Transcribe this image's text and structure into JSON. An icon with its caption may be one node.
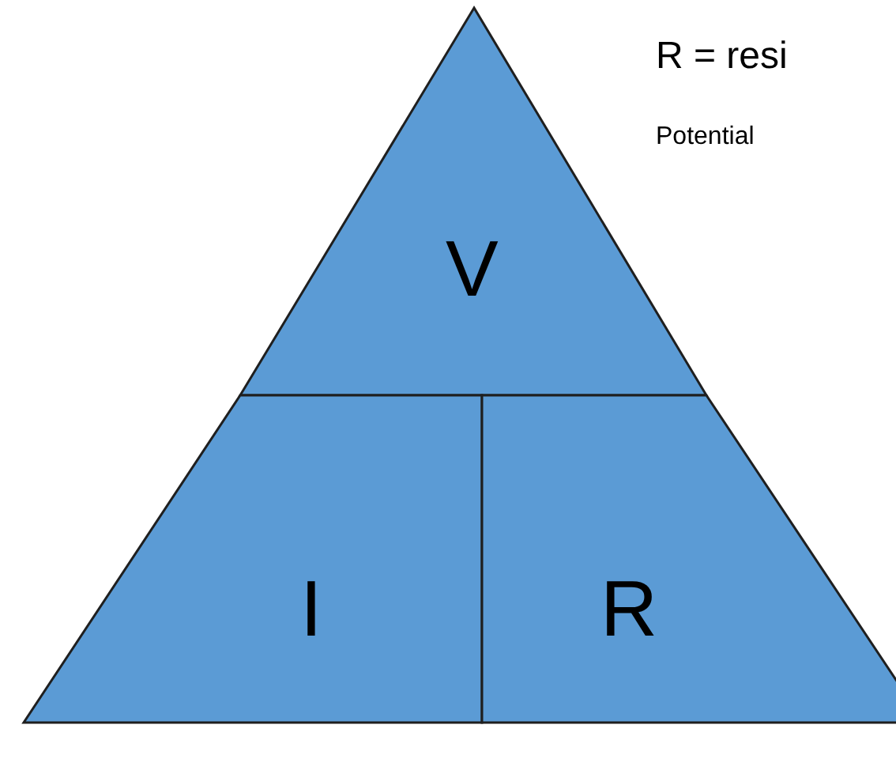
{
  "diagram": {
    "nodes": [
      {
        "text": [
          "V"
        ]
      },
      {
        "text": [
          "I"
        ]
      },
      {
        "text": [
          "R"
        ]
      }
    ],
    "labels": [
      "R = resi",
      "Potential"
    ]
  }
}
